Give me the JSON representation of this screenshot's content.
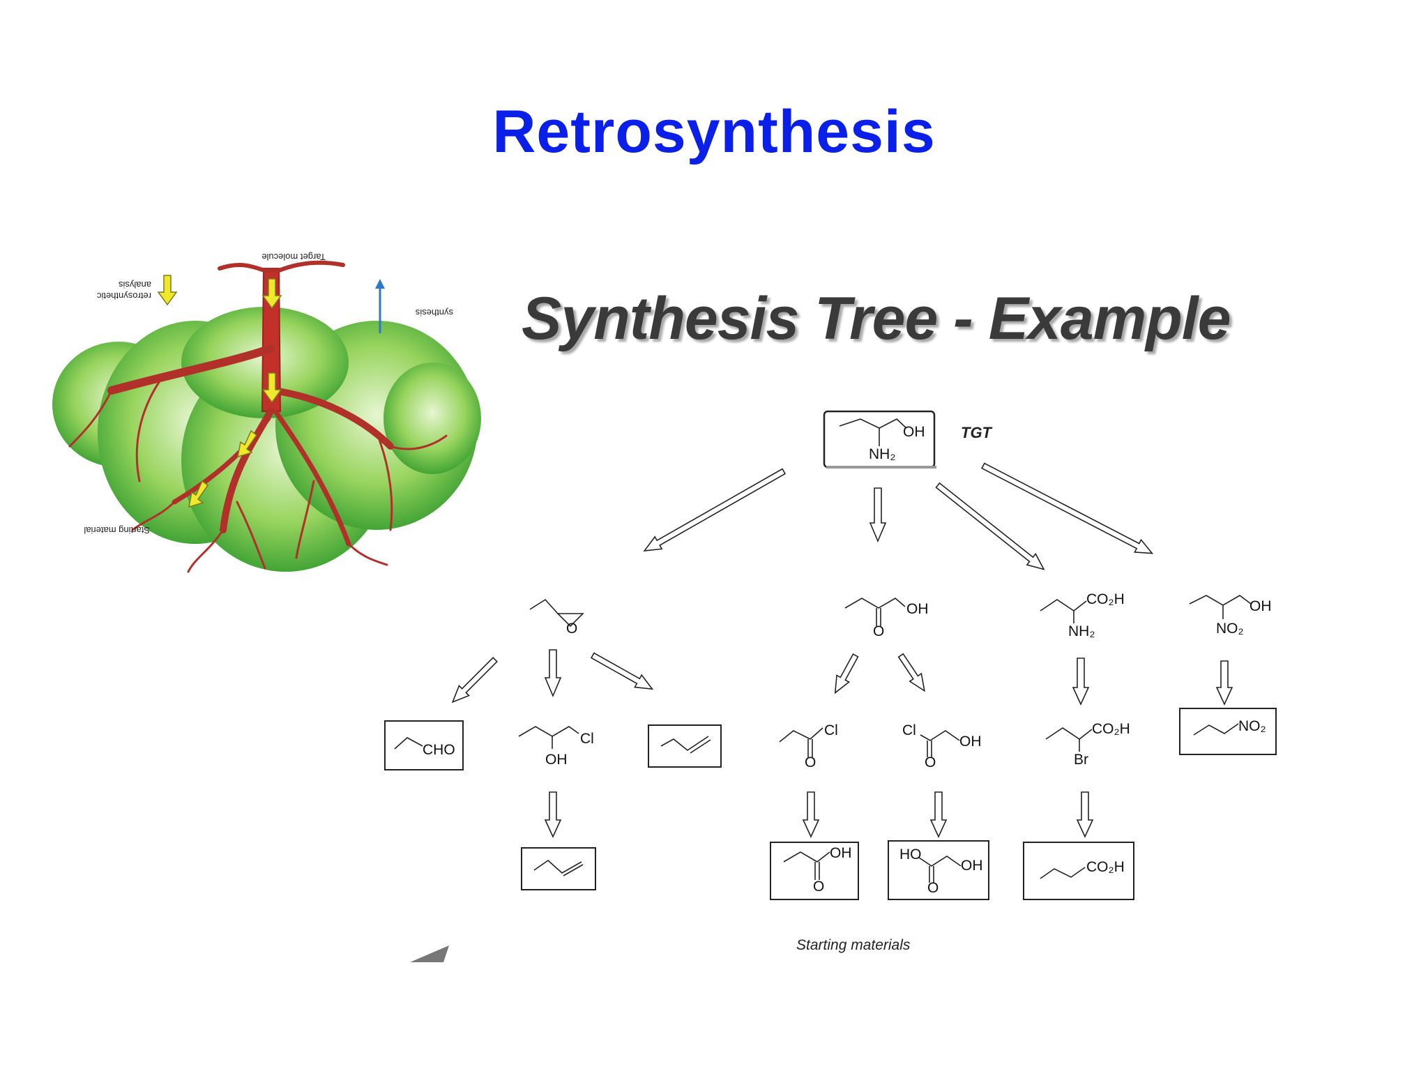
{
  "slide": {
    "title": "Retrosynthesis",
    "tree_heading": "Synthesis Tree - Example"
  },
  "tree_image": {
    "target_label": "Target molecule",
    "retro_label_1": "retrosynthetic",
    "retro_label_2": "analysis",
    "synthesis_label": "synthesis",
    "starting_label": "Starting material"
  },
  "diagram": {
    "target_tag": "TGT",
    "starting_caption": "Starting materials",
    "molecules": {
      "target": {
        "oh": "OH",
        "nh2": "NH₂"
      },
      "epoxide": {
        "o": "O"
      },
      "hydroxyketone": {
        "oh": "OH",
        "o": "O"
      },
      "amino_acid": {
        "co2h": "CO₂H",
        "nh2": "NH₂"
      },
      "nitro_alcohol": {
        "oh": "OH",
        "no2": "NO₂"
      },
      "aldehyde": {
        "cho": "CHO"
      },
      "chlorohydrin": {
        "cl": "Cl",
        "oh": "OH"
      },
      "acid_chloride": {
        "cl": "Cl",
        "o": "O"
      },
      "chloro_hydroxy": {
        "cl": "Cl",
        "o": "O",
        "oh": "OH"
      },
      "bromo_acid": {
        "co2h": "CO₂H",
        "br": "Br"
      },
      "nitropropane": {
        "no2": "NO₂"
      },
      "propanoic_acid": {
        "oh": "OH",
        "o": "O"
      },
      "glycolic_acid": {
        "ho": "HO",
        "oh": "OH",
        "o": "O"
      },
      "butanoic_acid": {
        "co2h": "CO₂H"
      }
    }
  }
}
